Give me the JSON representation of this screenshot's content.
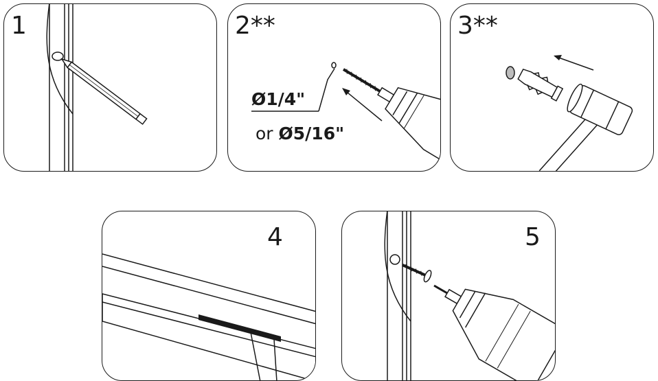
{
  "steps": [
    {
      "number": "1"
    },
    {
      "number": "2**"
    },
    {
      "number": "3**"
    },
    {
      "number": "4"
    },
    {
      "number": "5"
    }
  ],
  "drill_sizes": {
    "primary": "Ø1/4\"",
    "or_word": "or",
    "alternate": "Ø5/16\""
  },
  "colors": {
    "line": "#1a1a1a",
    "background": "#ffffff"
  }
}
